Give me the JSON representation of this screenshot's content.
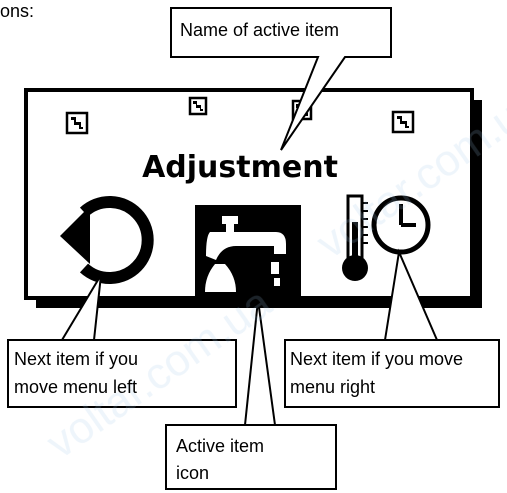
{
  "top_partial_text": "ons:",
  "display": {
    "active_item_name": "Adjustment",
    "left_item_icon": "rotate-left-icon",
    "active_item_icon": "water-tap-icon",
    "right_item_icon": "thermometer-clock-icon",
    "indicator_icon": "small-diagonal-square-icon"
  },
  "callouts": {
    "name_label": "Name of active item",
    "left_label_line1": "Next item if you",
    "left_label_line2": "move menu left",
    "active_icon_label_line1": "Active item",
    "active_icon_label_line2": "icon",
    "right_label_line1": "Next item if you move",
    "right_label_line2": "menu right"
  },
  "watermark": "voltar.com.ua"
}
